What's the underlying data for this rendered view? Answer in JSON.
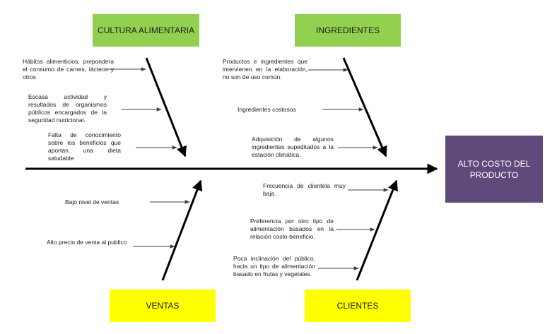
{
  "effect": {
    "label": "ALTO COSTO DEL PRODUCTO"
  },
  "categories": {
    "cultura": {
      "label": "CULTURA ALIMENTARIA",
      "color": "#92d050"
    },
    "ingredientes": {
      "label": "INGREDIENTES",
      "color": "#92d050"
    },
    "ventas": {
      "label": "VENTAS",
      "color": "#ffff00"
    },
    "clientes": {
      "label": "CLIENTES",
      "color": "#ffff00"
    }
  },
  "causes": {
    "cultura": [
      "Hábitos alimenticios, prepondera el consumo de carnes, lácteos y otros",
      "Escasa actividad y resultados de organismos públicos encargados de la seguridad nutricional.",
      "Falta de conocimiento sobre los beneficios que aportan una dieta saludable"
    ],
    "ingredientes": [
      "Productos e ingredientes que intervienen en la elaboración, no son de uso común.",
      "Ingredientes costosos",
      "Adquisición de algunos ingredientes supeditados a la estación climática."
    ],
    "ventas": [
      "Bajo nivel de ventas",
      "Alto precio de venta al publico"
    ],
    "clientes": [
      "Frecuencia de clientela muy baja.",
      "Preferencia por otro tipo de alimentación basados en la relación costo-beneficio.",
      "Poca inclinación del público, hacia un tipo de alimentación basado en frutas y vegetales."
    ]
  },
  "colors": {
    "effect": "#5f4a7b",
    "line": "#000000",
    "cause_arrow": "#404040"
  }
}
